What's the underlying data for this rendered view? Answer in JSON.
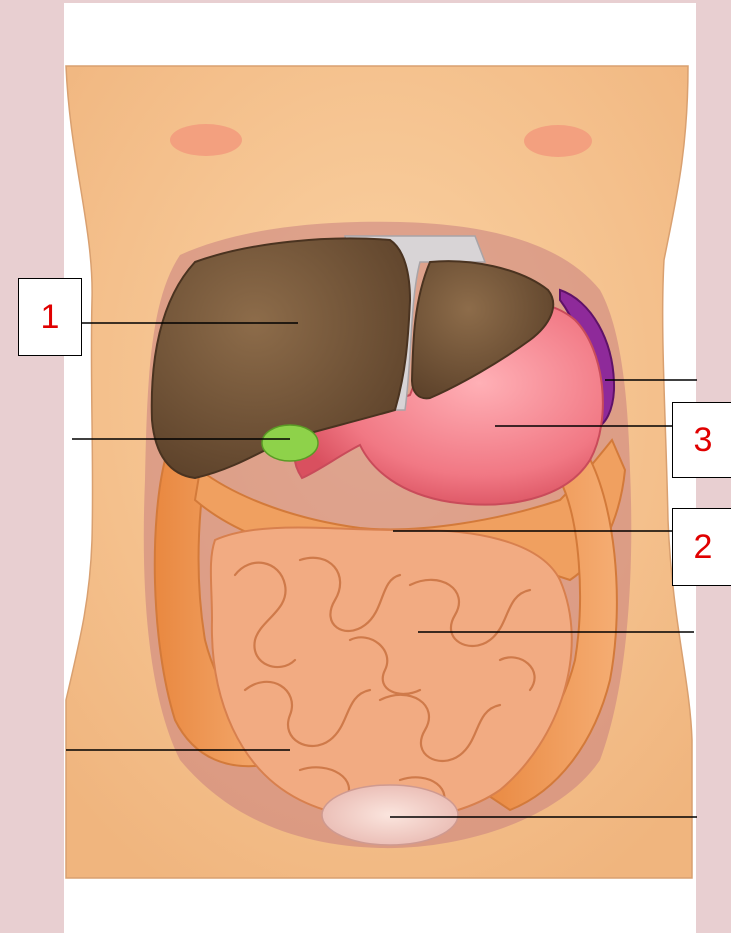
{
  "colors": {
    "page_background": "#e8cfd1",
    "panel": "#ffffff",
    "skin": "#f6c08b",
    "liver": "#7a5a3c",
    "stomach": "#f07a86",
    "spleen": "#8e2a9a",
    "gallbladder": "#8ed24a",
    "intestine": "#f2a77a",
    "colon": "#ee9a58",
    "bladder": "#f3d2c8",
    "label_text": "#e00000",
    "leader_line": "#000000"
  },
  "labels": [
    {
      "id": "1",
      "text": "1"
    },
    {
      "id": "2",
      "text": "2"
    },
    {
      "id": "3",
      "text": "3"
    }
  ],
  "icons": [
    "torso-outline",
    "liver-icon",
    "stomach-icon",
    "spleen-icon",
    "gallbladder-icon",
    "large-intestine-icon",
    "small-intestine-icon",
    "bladder-icon"
  ]
}
